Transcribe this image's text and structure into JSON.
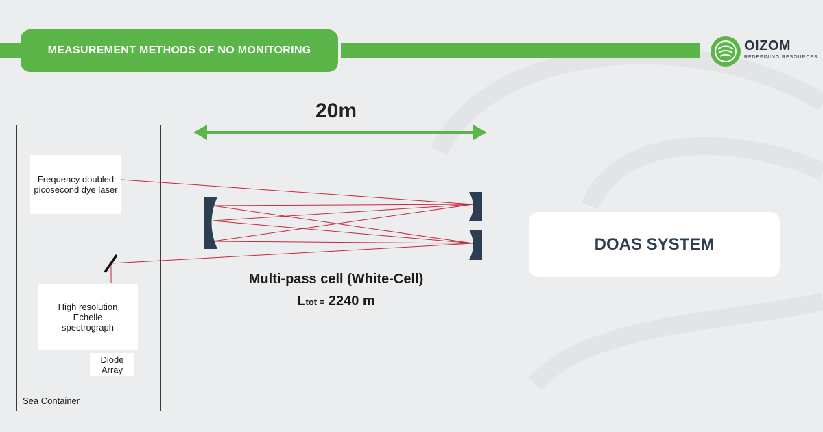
{
  "header": {
    "title": "MEASUREMENT METHODS OF NO MONITORING",
    "accent_color": "#5bb548"
  },
  "logo": {
    "name": "OIZOM",
    "tagline": "REDEFINING RESOURCES",
    "icon": "oizom-swirl-logo"
  },
  "diagram": {
    "distance_label": "20m",
    "container_label": "Sea Container",
    "laser_label": "Frequency doubled picosecond dye laser",
    "spectrograph_label": "High resolution Echelle spectrograph",
    "diode_label": "Diode Array",
    "cell_label": "Multi-pass cell (White-Cell)",
    "ltot_main": "L",
    "ltot_sub": "tot =",
    "ltot_value": "2240 m",
    "doas_label": "DOAS SYSTEM",
    "beam_color": "#c8283c",
    "mirror_color": "#2c3e50"
  }
}
